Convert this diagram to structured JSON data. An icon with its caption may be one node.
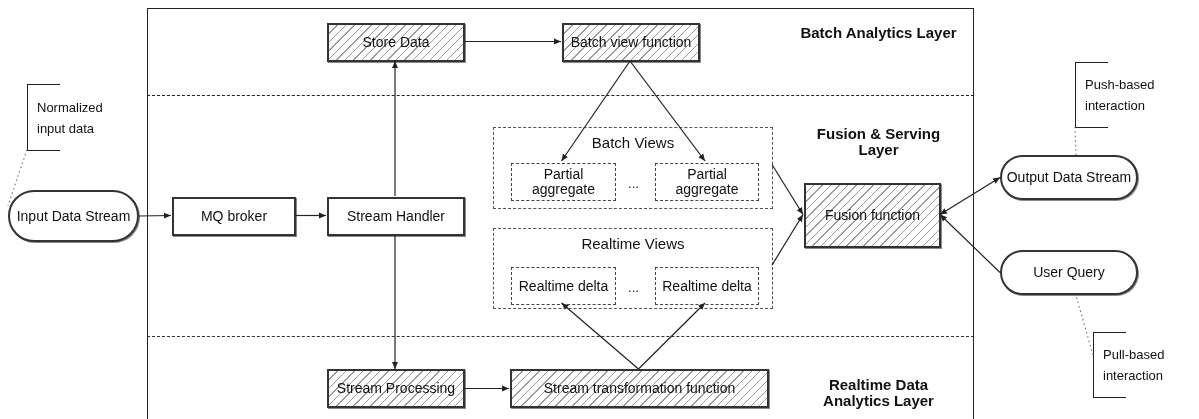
{
  "diagram": {
    "nodes": [
      {
        "text": [
          "Batch Analytics Layer"
        ]
      },
      {
        "text": [
          "Fusion & Serving Layer"
        ]
      },
      {
        "text": [
          "Realtime Data Analytics Layer"
        ]
      },
      {
        "text": [
          "Store Data"
        ],
        "in": 0
      },
      {
        "text": [
          "Batch view function"
        ],
        "in": 0
      },
      {
        "text": [
          "Batch Views"
        ],
        "in": 1
      },
      {
        "text": [
          "Partial aggregate"
        ],
        "in": 5
      },
      {
        "text": [
          "Partial aggregate"
        ],
        "in": 5
      },
      {
        "text": [
          "Realtime Views"
        ],
        "in": 1
      },
      {
        "text": [
          "Realtime delta"
        ],
        "in": 8
      },
      {
        "text": [
          "Realtime delta"
        ],
        "in": 8
      },
      {
        "text": [
          "Fusion function"
        ],
        "in": 1
      },
      {
        "text": [
          "Stream Handler"
        ],
        "in": 1
      },
      {
        "text": [
          "MQ broker"
        ],
        "in": 1
      },
      {
        "text": [
          "Input Data Stream"
        ]
      },
      {
        "text": [
          "Stream Processing"
        ],
        "in": 2
      },
      {
        "text": [
          "Stream transformation function"
        ],
        "in": 2
      },
      {
        "text": [
          "Output Data Stream"
        ]
      },
      {
        "text": [
          "User Query"
        ]
      },
      {
        "text": [
          "Normalized input data"
        ]
      },
      {
        "text": [
          "Push-based interaction"
        ]
      },
      {
        "text": [
          "Pull-based interaction"
        ]
      }
    ],
    "edges": [
      {
        "from": 14,
        "to": 13,
        "arrow": "to"
      },
      {
        "from": 13,
        "to": 12,
        "arrow": "to"
      },
      {
        "from": 12,
        "to": 3,
        "arrow": "to"
      },
      {
        "from": 12,
        "to": 15,
        "arrow": "to"
      },
      {
        "from": 3,
        "to": 4,
        "arrow": "to"
      },
      {
        "from": 4,
        "to": 6,
        "arrow": "to"
      },
      {
        "from": 4,
        "to": 7,
        "arrow": "to"
      },
      {
        "from": 15,
        "to": 16,
        "arrow": "to"
      },
      {
        "from": 16,
        "to": 9,
        "arrow": "to"
      },
      {
        "from": 16,
        "to": 10,
        "arrow": "to"
      },
      {
        "from": 5,
        "to": 11,
        "arrow": "to"
      },
      {
        "from": 8,
        "to": 11,
        "arrow": "to"
      },
      {
        "from": 11,
        "to": 17,
        "arrow": "both"
      },
      {
        "from": 18,
        "to": 11,
        "arrow": "to"
      },
      {
        "from": 19,
        "to": 14,
        "arrow": "none",
        "style": "dashed"
      },
      {
        "from": 20,
        "to": 17,
        "arrow": "none",
        "style": "dashed"
      },
      {
        "from": 21,
        "to": 18,
        "arrow": "none",
        "style": "dashed"
      }
    ],
    "labels": [
      "...",
      "..."
    ]
  }
}
